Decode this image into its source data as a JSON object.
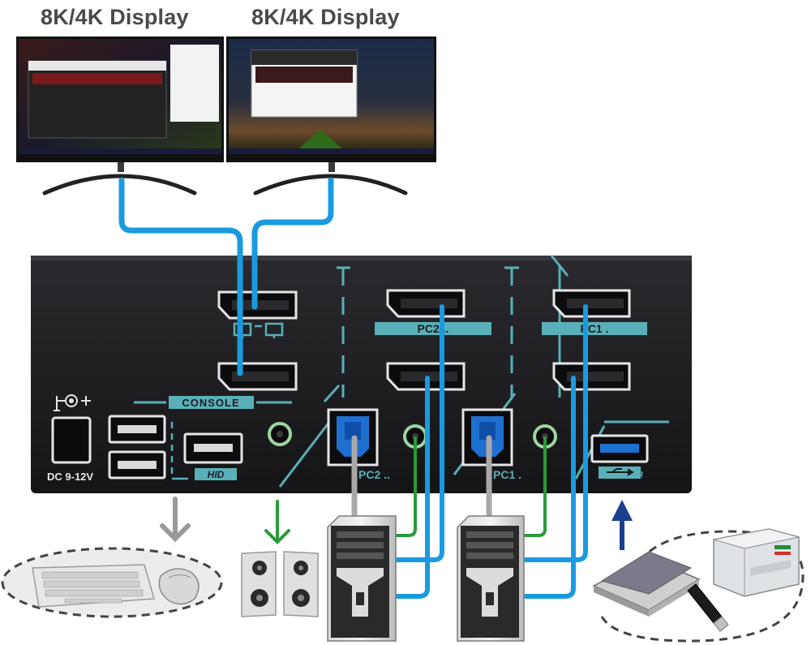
{
  "monitors": {
    "left_label": "8K/4K Display",
    "right_label": "8K/4K Display"
  },
  "device": {
    "console_label": "CONSOLE",
    "hid_label": "HID",
    "power_label": "DC  9-12V",
    "pc2_label": "PC2 ..",
    "pc1_label": "PC1 .",
    "pc2_usb_label": "PC2 ..",
    "pc1_usb_label": "PC1 .",
    "usb_r_label": "R"
  },
  "colors": {
    "video_cable": "#1a9be0",
    "usb_cable": "#a8a8a8",
    "audio_cable": "#2a9a3a",
    "panel_print": "#5ab0b8",
    "device_body": "#1c1c1f",
    "usb3_port": "#1e6fd0",
    "arrow_gray": "#9a9a9a",
    "arrow_green": "#2a9a3a",
    "arrow_blue": "#1a3f8f"
  }
}
